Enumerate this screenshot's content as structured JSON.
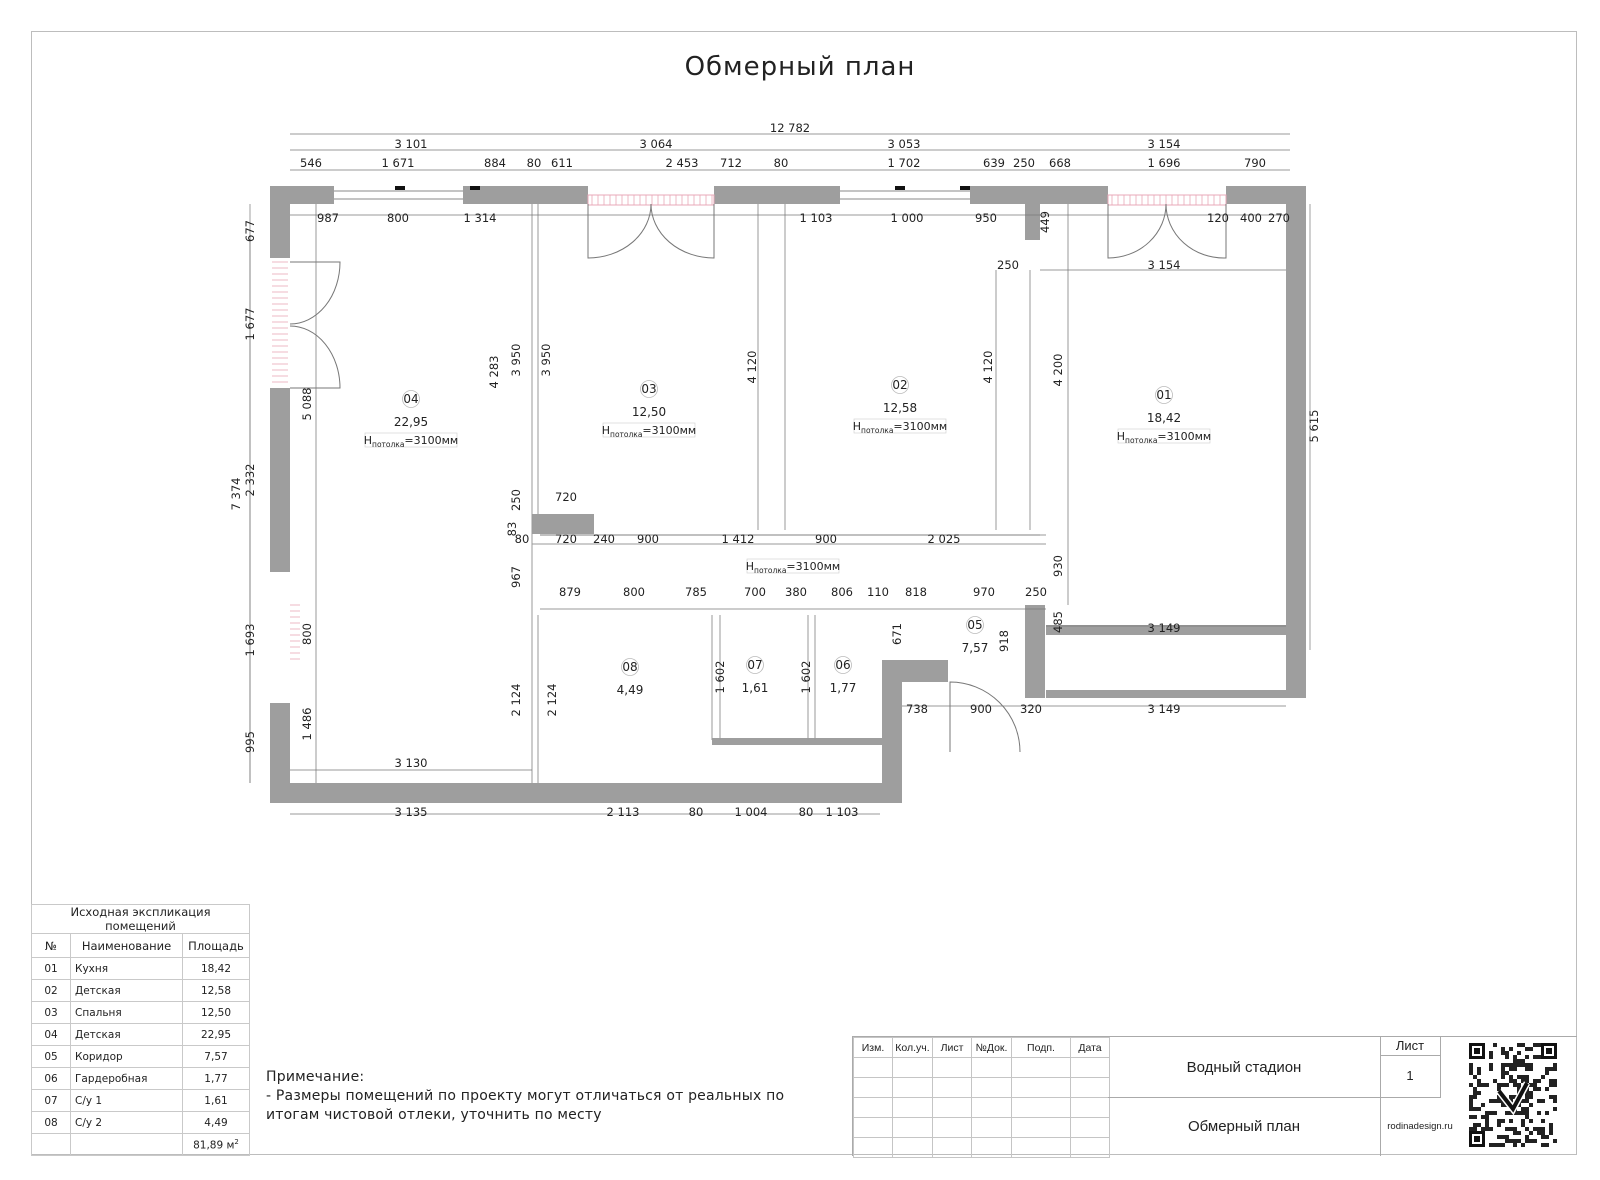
{
  "title": "Обмерный план",
  "rooms": [
    {
      "no": "01",
      "area": "18,42",
      "h": "3100мм"
    },
    {
      "no": "02",
      "area": "12,58",
      "h": "3100мм"
    },
    {
      "no": "03",
      "area": "12,50",
      "h": "3100мм"
    },
    {
      "no": "04",
      "area": "22,95",
      "h": "3100мм"
    },
    {
      "no": "05",
      "area": "7,57"
    },
    {
      "no": "06",
      "area": "1,77"
    },
    {
      "no": "07",
      "area": "1,61"
    },
    {
      "no": "08",
      "area": "4,49"
    }
  ],
  "corridor_h": "3100мм",
  "h_label": {
    "main": "H",
    "sub": "потолка"
  },
  "dims": {
    "overall": "12 782",
    "top_row1": [
      "3 101",
      "3 064",
      "3 053",
      "3 154"
    ],
    "top_row2": [
      "546",
      "1 671",
      "884",
      "80",
      "611",
      "2 453",
      "80",
      "712",
      "1 702",
      "639",
      "250",
      "668",
      "1 696",
      "790"
    ],
    "inner_top": [
      "987",
      "800",
      "1 314",
      "1 103",
      "1 000",
      "950",
      "449",
      "120",
      "400",
      "270",
      "250",
      "3 154"
    ],
    "left": [
      "677",
      "1 677",
      "7 374",
      "2 332",
      "1 693",
      "995"
    ],
    "room04": [
      "5 088",
      "800",
      "1 486",
      "3 130"
    ],
    "partitions": [
      "4 283",
      "3 950",
      "3 950",
      "4 120",
      "4 120",
      "4 200",
      "5 615"
    ],
    "mid_row": [
      "250",
      "720",
      "83",
      "80",
      "720",
      "240",
      "900",
      "1 412",
      "900",
      "2 025",
      "930",
      "967"
    ],
    "lower_row": [
      "879",
      "800",
      "785",
      "700",
      "380",
      "806",
      "110",
      "818",
      "970",
      "250",
      "485",
      "671",
      "918",
      "3 149"
    ],
    "lower": [
      "2 124",
      "2 124",
      "1 602",
      "1 602",
      "738",
      "900",
      "320",
      "3 149"
    ],
    "bottom": [
      "3 135",
      "2 113",
      "80",
      "1 004",
      "80",
      "1 103"
    ]
  },
  "explication": {
    "caption": "Исходная экспликация помещений",
    "headers": [
      "№",
      "Наименование",
      "Площадь"
    ],
    "rows": [
      [
        "01",
        "Кухня",
        "18,42"
      ],
      [
        "02",
        "Детская",
        "12,58"
      ],
      [
        "03",
        "Спальня",
        "12,50"
      ],
      [
        "04",
        "Детская",
        "22,95"
      ],
      [
        "05",
        "Коридор",
        "7,57"
      ],
      [
        "06",
        "Гардеробная",
        "1,77"
      ],
      [
        "07",
        "С/у 1",
        "1,61"
      ],
      [
        "08",
        "С/у 2",
        "4,49"
      ]
    ],
    "total": "81,89",
    "total_unit": "м",
    "total_sup": "2"
  },
  "note": {
    "heading": "Примечание:",
    "text": "- Размеры помещений по проекту могут отличаться от реальных по итогам чистовой отлеки, уточнить по месту"
  },
  "stamp": {
    "cols": [
      "Изм.",
      "Кол.уч.",
      "Лист",
      "№Док.",
      "Подп.",
      "Дата"
    ],
    "project": "Водный стадион",
    "sheet_name": "Обмерный план",
    "list_label": "Лист",
    "list_value": "1",
    "site": "rodinadesign.ru"
  },
  "colors": {
    "wall": "#9e9e9e",
    "line": "#333333",
    "dim": "#777777",
    "frame": "#bdbdbd"
  }
}
